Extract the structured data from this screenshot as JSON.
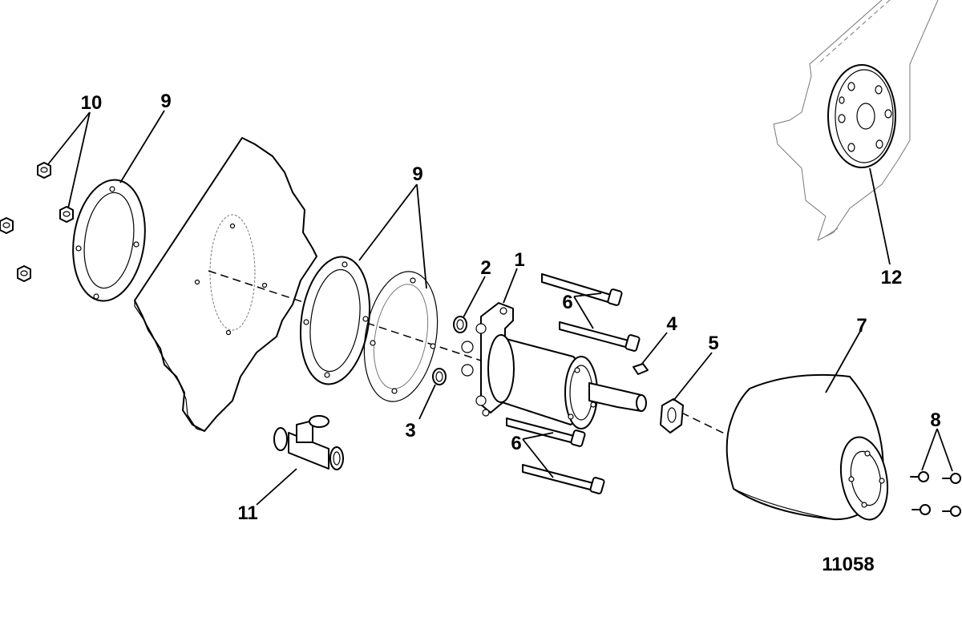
{
  "figure_number": "11058",
  "callouts": [
    "1",
    "2",
    "3",
    "4",
    "5",
    "6",
    "6",
    "7",
    "8",
    "9",
    "9",
    "10",
    "11",
    "12"
  ]
}
